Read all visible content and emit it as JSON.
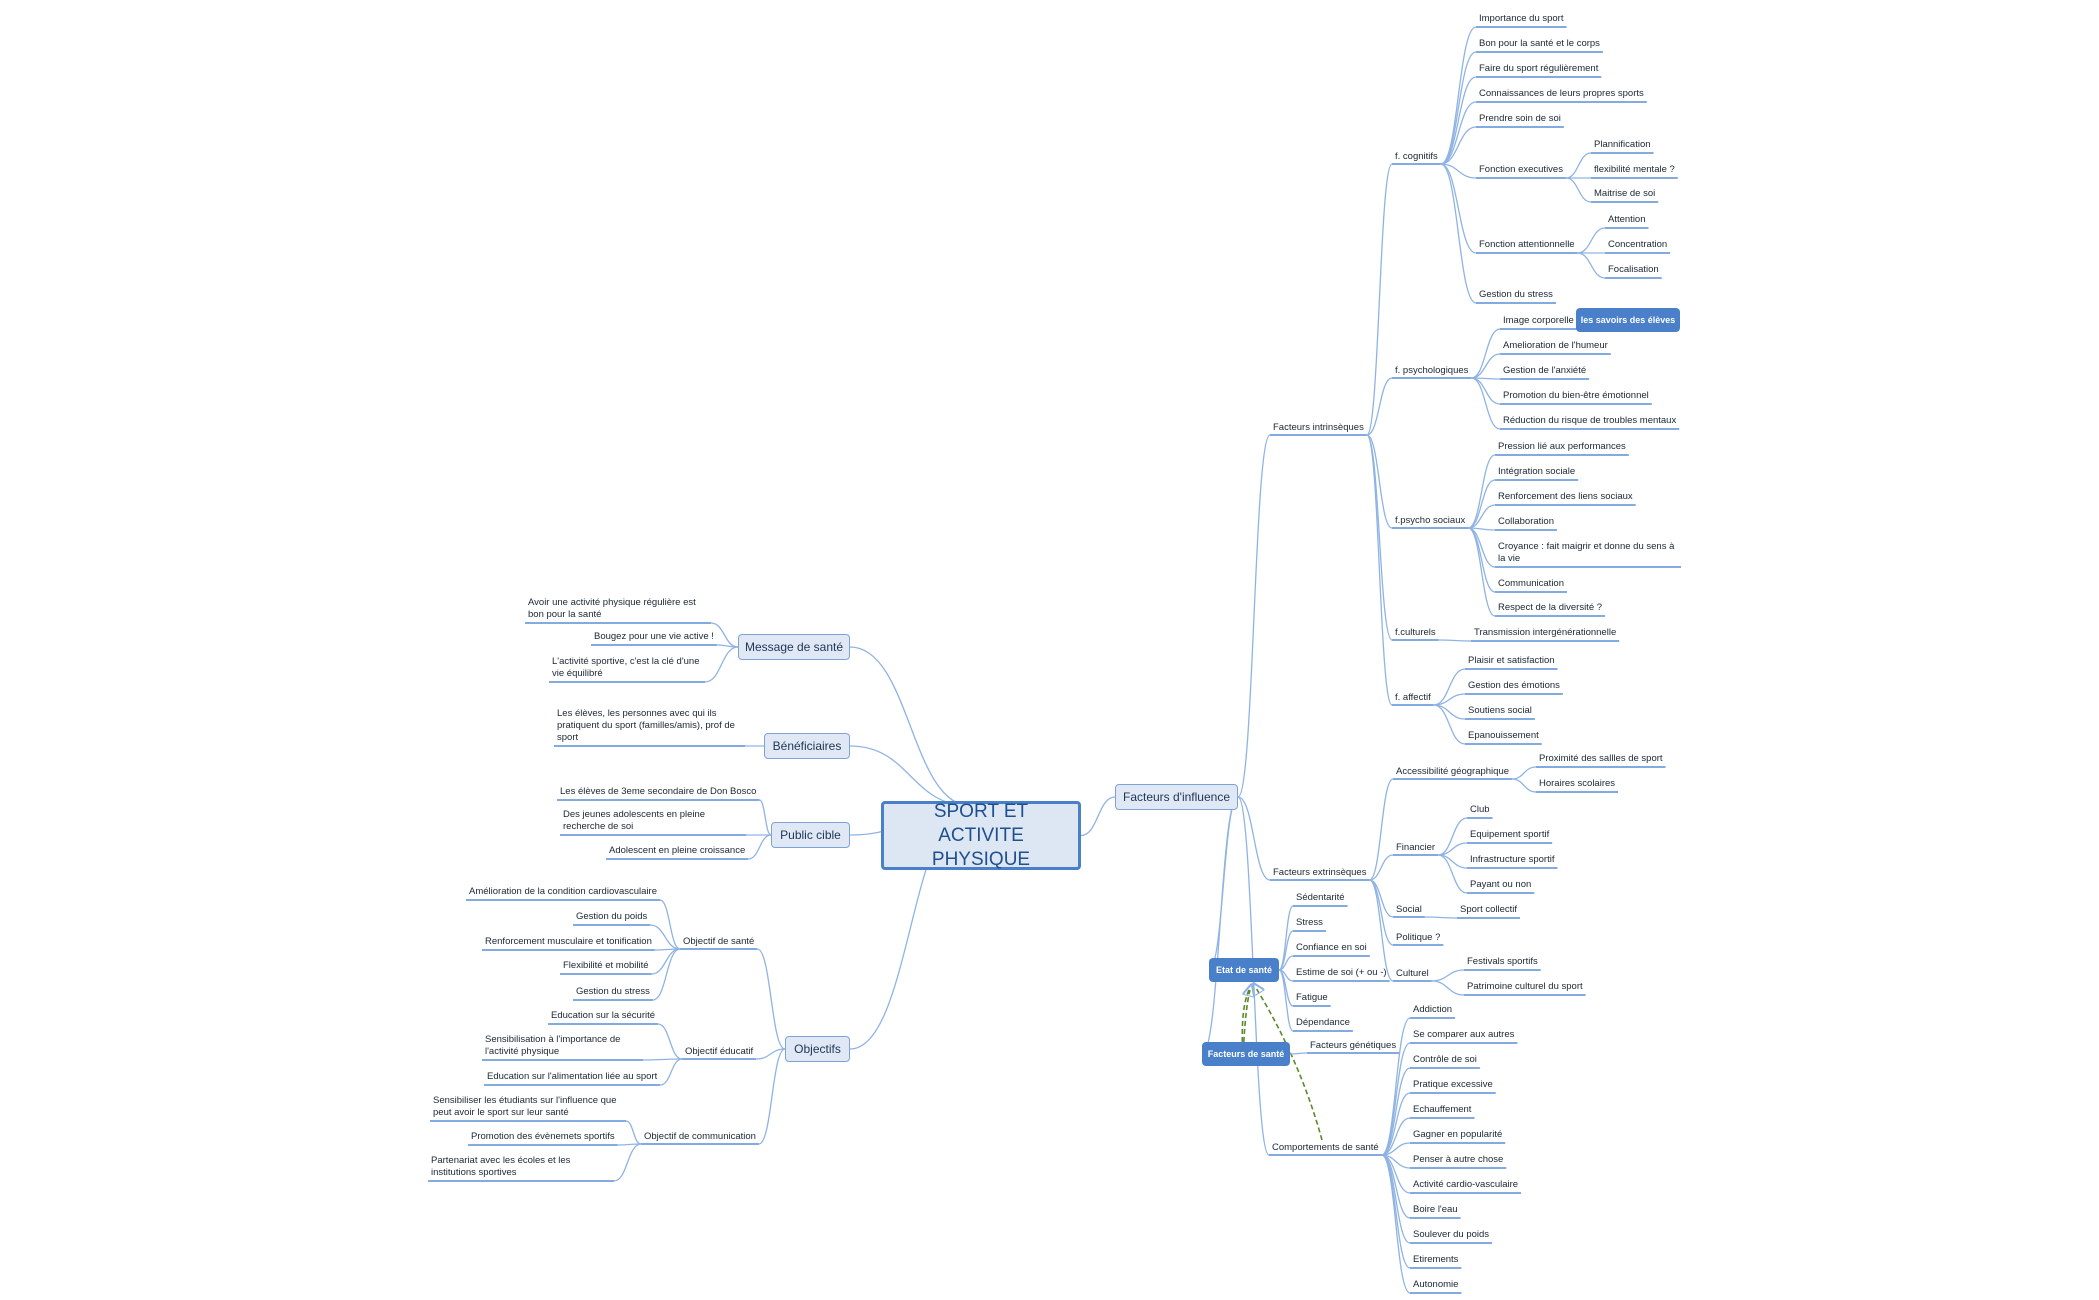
{
  "central": "SPORT ET ACTIVITE PHYSIQUE",
  "message": {
    "title": "Message de santé",
    "items": [
      "Avoir une activité physique régulière est bon pour la santé",
      "Bougez pour une vie active !",
      "L'activité sportive, c'est la clé d'une vie équilibré"
    ]
  },
  "beneficiaires": {
    "title": "Bénéficiaires",
    "items": [
      "Les élèves, les personnes avec qui ils pratiquent du sport (familles/amis), prof de sport"
    ]
  },
  "public": {
    "title": "Public cible",
    "items": [
      "Les élèves de 3eme secondaire de Don Bosco",
      "Des jeunes adolescents en pleine recherche de soi",
      "Adolescent en pleine croissance"
    ]
  },
  "objectifs": {
    "title": "Objectifs",
    "sante": {
      "label": "Objectif de santé",
      "items": [
        "Amélioration de la condition cardiovasculaire",
        "Gestion du poids",
        "Renforcement musculaire et tonification",
        "Flexibilité et mobilité",
        "Gestion du stress"
      ]
    },
    "educatif": {
      "label": "Objectif éducatif",
      "items": [
        "Education sur la sécurité",
        "Sensibilisation à l'importance de l'activité physique",
        "Education sur l'alimentation liée au sport"
      ]
    },
    "communication": {
      "label": "Objectif de communication",
      "items": [
        "Sensibiliser les étudiants sur l'influence que peut avoir le sport sur leur santé",
        "Promotion des évènemets sportifs",
        "Partenariat avec les écoles et les institutions sportives"
      ]
    }
  },
  "influence": {
    "title": "Facteurs d'influence",
    "intrinseques": {
      "label": "Facteurs intrinsèques",
      "cognitifs": {
        "label": "f. cognitifs",
        "items": [
          "Importance du sport",
          "Bon pour la santé et le corps",
          "Faire du sport régulièrement",
          "Connaissances de leurs propres sports",
          "Prendre soin de soi"
        ],
        "executives": {
          "label": "Fonction executives",
          "items": [
            "Plannification",
            "flexibilité mentale ?",
            "Maitrise de soi"
          ]
        },
        "attentionnelle": {
          "label": "Fonction attentionnelle",
          "items": [
            "Attention",
            "Concentration",
            "Focalisation"
          ]
        },
        "stress": "Gestion du stress"
      },
      "psychologiques": {
        "label": "f. psychologiques",
        "items": [
          "Image corporelle",
          "Amelioration de l'humeur",
          "Gestion de l'anxiété",
          "Promotion du bien-être émotionnel",
          "Réduction du risque de troubles mentaux"
        ],
        "badge": "les savoirs des élèves"
      },
      "psychosociaux": {
        "label": "f.psycho sociaux",
        "items": [
          "Pression lié aux performances",
          "Intégration sociale",
          "Renforcement des liens sociaux",
          "Collaboration",
          "Croyance : fait maigrir et donne du sens à la vie",
          "Communication",
          "Respect de la diversité ?"
        ]
      },
      "culturels": {
        "label": "f.culturels",
        "items": [
          "Transmission intergénérationnelle"
        ]
      },
      "affectif": {
        "label": "f. affectif",
        "items": [
          "Plaisir et satisfaction",
          "Gestion des émotions",
          "Soutiens social",
          "Epanouissement"
        ]
      }
    },
    "extrinseques": {
      "label": "Facteurs extrinsèques",
      "geo": {
        "label": "Accessibilité géographique",
        "items": [
          "Proximité des sallles de sport",
          "Horaires scolaires"
        ]
      },
      "financier": {
        "label": "Financier",
        "items": [
          "Club",
          "Equipement sportif",
          "Infrastructure sportif",
          "Payant ou non"
        ]
      },
      "social": {
        "label": "Social",
        "items": [
          "Sport collectif"
        ]
      },
      "politique": {
        "label": "Politique ?"
      },
      "culturel": {
        "label": "Culturel",
        "items": [
          "Festivals sportifs",
          "Patrimoine culturel du sport"
        ]
      }
    },
    "etat": {
      "label": "Etat de santé",
      "items": [
        "Sédentarité",
        "Stress",
        "Confiance en soi",
        "Estime de soi (+ ou -)",
        "Fatigue",
        "Dépendance"
      ]
    },
    "facteurs_sante": {
      "label": "Facteurs de santé",
      "genetiques": "Facteurs génétiques"
    },
    "comportements": {
      "label": "Comportements de santé",
      "items": [
        "Addiction",
        "Se comparer aux autres",
        "Contrôle de soi",
        "Pratique excessive",
        "Echauffement",
        "Gagner en popularité",
        "Penser à autre chose",
        "Activité cardio-vasculaire",
        "Boire l'eau",
        "Soulever du poids",
        "Etirements",
        "Autonomie"
      ]
    }
  }
}
